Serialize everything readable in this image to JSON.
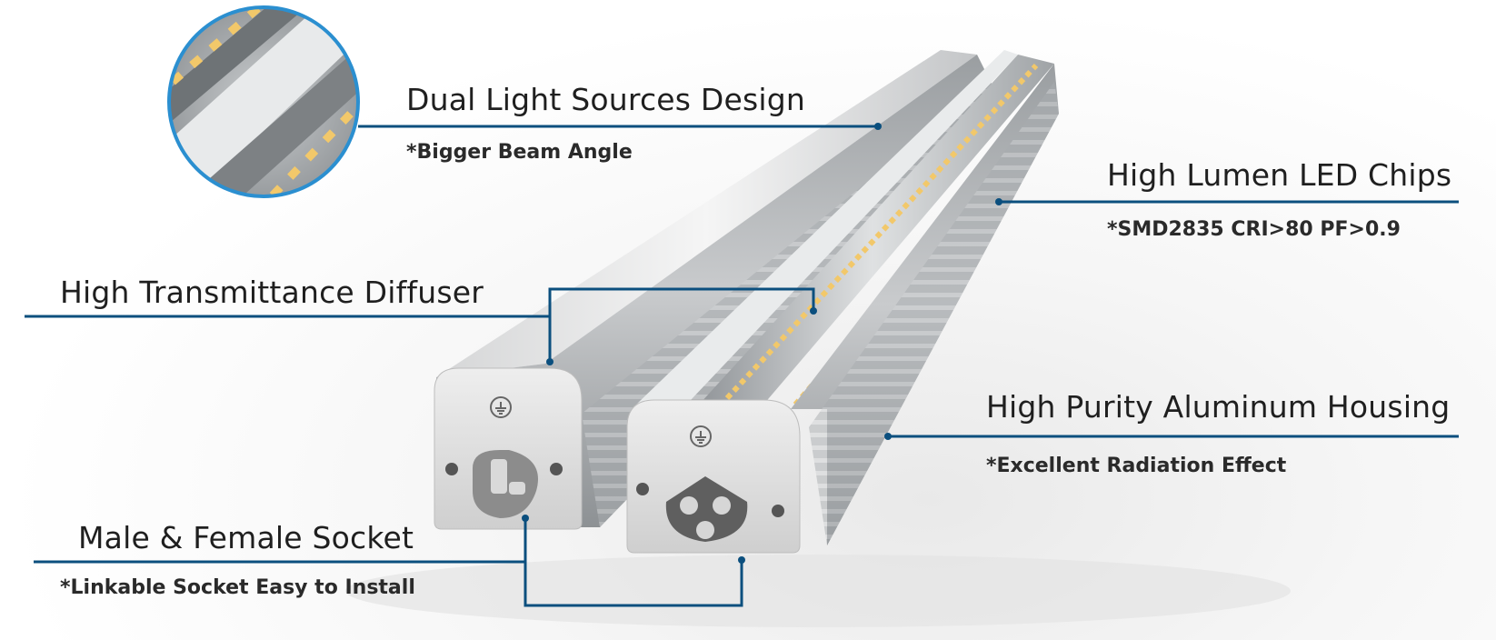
{
  "callouts": {
    "dual_light": {
      "title": "Dual Light Sources Design",
      "note": "*Bigger Beam Angle"
    },
    "led_chips": {
      "title": "High Lumen LED Chips",
      "note": "*SMD2835 CRI>80 PF>0.9"
    },
    "diffuser": {
      "title": "High Transmittance Diffuser"
    },
    "housing": {
      "title": "High Purity Aluminum Housing",
      "note": "*Excellent Radiation Effect"
    },
    "socket": {
      "title": "Male & Female Socket",
      "note": "*Linkable Socket Easy to Install"
    }
  },
  "colors": {
    "leader_line": "#0b4f7e",
    "magnifier_ring": "#2b8fd0",
    "led_chip": "#f2c86a",
    "aluminum": "#b9bcbe",
    "end_cap": "#dedede"
  },
  "icons": [
    "ground-symbol-icon",
    "ground-symbol-icon",
    "magnifier-detail"
  ]
}
